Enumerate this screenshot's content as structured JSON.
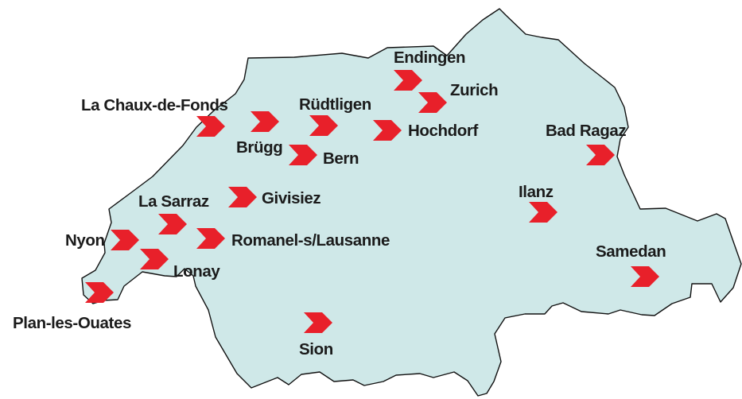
{
  "map": {
    "colors": {
      "land": "#cfe8e8",
      "border": "#111111",
      "marker": "#e8202a",
      "label": "#1b1b1b"
    },
    "marker_icon": "chevron-arrow-icon",
    "locations": [
      {
        "id": "endingen",
        "name": "Endingen"
      },
      {
        "id": "zurich",
        "name": "Zurich"
      },
      {
        "id": "la-chaux-de-fonds",
        "name": "La Chaux-de-Fonds"
      },
      {
        "id": "rudtligen",
        "name": "Rüdtligen"
      },
      {
        "id": "hochdorf",
        "name": "Hochdorf"
      },
      {
        "id": "brugg",
        "name": "Brügg"
      },
      {
        "id": "bern",
        "name": "Bern"
      },
      {
        "id": "bad-ragaz",
        "name": "Bad Ragaz"
      },
      {
        "id": "la-sarraz",
        "name": "La Sarraz"
      },
      {
        "id": "givisiez",
        "name": "Givisiez"
      },
      {
        "id": "ilanz",
        "name": "Ilanz"
      },
      {
        "id": "nyon",
        "name": "Nyon"
      },
      {
        "id": "romanel",
        "name": "Romanel-s/Lausanne"
      },
      {
        "id": "lonay",
        "name": "Lonay"
      },
      {
        "id": "samedan",
        "name": "Samedan"
      },
      {
        "id": "plan-les-ouates",
        "name": "Plan-les-Ouates"
      },
      {
        "id": "sion",
        "name": "Sion"
      }
    ]
  }
}
